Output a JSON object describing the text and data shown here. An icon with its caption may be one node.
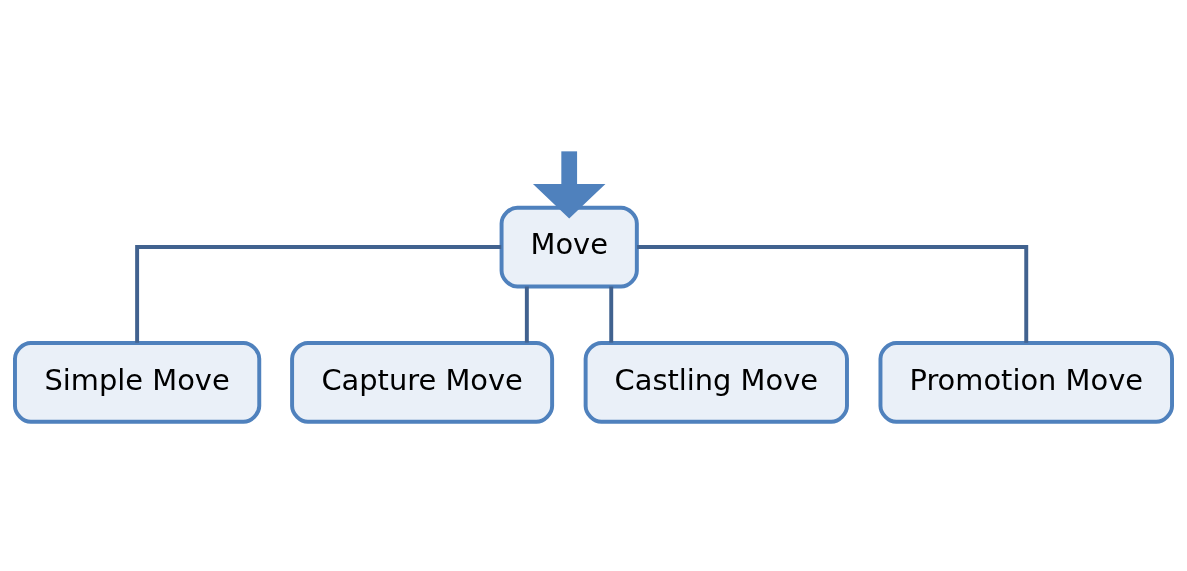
{
  "diagram": {
    "nodes": [
      {
        "text": [
          "Move"
        ]
      },
      {
        "text": [
          "Simple Move"
        ]
      },
      {
        "text": [
          "Capture Move"
        ]
      },
      {
        "text": [
          "Castling Move"
        ]
      },
      {
        "text": [
          "Promotion Move"
        ]
      }
    ],
    "edges": [
      {
        "from": null,
        "to": 0,
        "arrow": "to",
        "style": "thick"
      },
      {
        "from": 0,
        "to": 1,
        "arrow": "none"
      },
      {
        "from": 0,
        "to": 2,
        "arrow": "none"
      },
      {
        "from": 0,
        "to": 3,
        "arrow": "none"
      },
      {
        "from": 0,
        "to": 4,
        "arrow": "none"
      }
    ]
  }
}
